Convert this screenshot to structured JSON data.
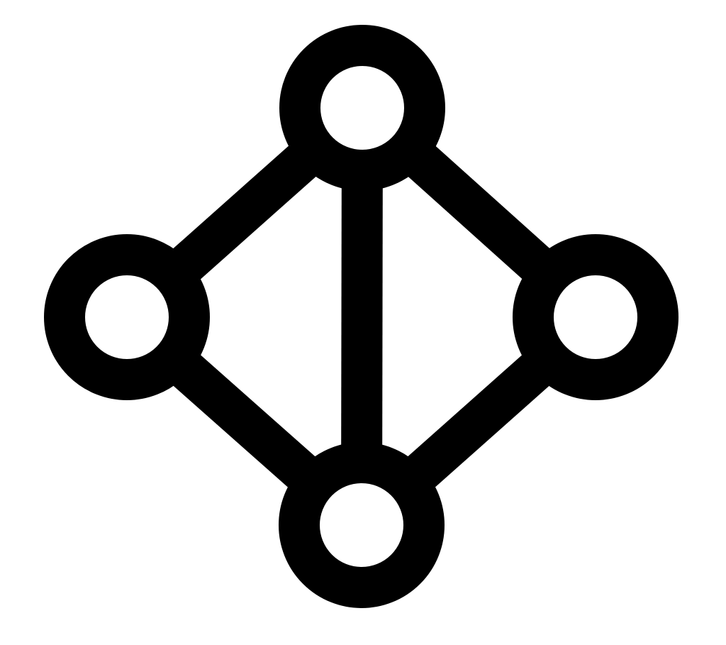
{
  "diagram": {
    "type": "network-graph-icon",
    "colors": {
      "stroke": "#000000",
      "node_fill": "#ffffff",
      "background": "#ffffff"
    },
    "nodes": [
      {
        "id": "top"
      },
      {
        "id": "left"
      },
      {
        "id": "right"
      },
      {
        "id": "bottom"
      }
    ],
    "edges": [
      {
        "from": "top",
        "to": "left"
      },
      {
        "from": "top",
        "to": "right"
      },
      {
        "from": "left",
        "to": "bottom"
      },
      {
        "from": "right",
        "to": "bottom"
      },
      {
        "from": "top",
        "to": "bottom"
      }
    ]
  }
}
